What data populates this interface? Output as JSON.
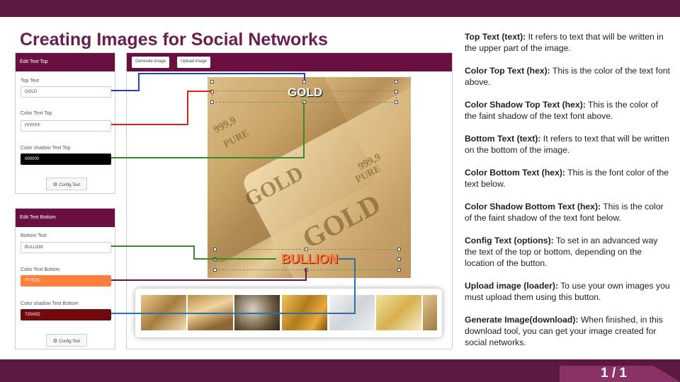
{
  "slide": {
    "title": "Creating Images for Social Networks",
    "page": "1 / 1"
  },
  "panel_top": {
    "header": "Edit Text Top",
    "fields": [
      {
        "label": "Top Text",
        "value": "GOLD"
      },
      {
        "label": "Color Text Top",
        "value": "FFFFFF"
      },
      {
        "label": "Color shadow Text Top",
        "value": "000000",
        "bg": "#000000",
        "fg": "#ffffff"
      }
    ],
    "button": "Config Text"
  },
  "panel_bottom": {
    "header": "Edit Text Bottom",
    "fields": [
      {
        "label": "Bottom Text",
        "value": "BULLION"
      },
      {
        "label": "Color Text Bottom",
        "value": "FF7E3C",
        "bg": "#ff7e3c",
        "fg": "#ffffff"
      },
      {
        "label": "Color shadow Text Bottom",
        "value": "720A0D",
        "bg": "#720a0d",
        "fg": "#ffffff"
      }
    ],
    "button": "Config Text"
  },
  "toolbar": {
    "generate": "Generate image",
    "upload": "Upload image"
  },
  "canvas": {
    "top_text": "GOLD",
    "bottom_text": "BULLION",
    "stamps": [
      "999,9",
      "PURE",
      "GOLD",
      "999,9",
      "PURE",
      "GOLD"
    ]
  },
  "colors": {
    "brand": "#6a1040",
    "bar": "#5a1a3f",
    "title": "#6a1e4e",
    "line_blue": "#1f3fd6",
    "line_red": "#e02020",
    "line_green": "#3a8a2a",
    "line_maroon": "#7a1030",
    "line_steel": "#2f6fa8"
  },
  "descriptions": [
    {
      "term": "Top Text (text):",
      "text": " It refers to text that will be written in the upper part of the image."
    },
    {
      "term": "Color Top Text  (hex):",
      "text": " This is the color of the text font above."
    },
    {
      "term": "Color Shadow Top Text (hex):",
      "text": " This is the color of the faint shadow of the text font above."
    },
    {
      "term": "Bottom Text (text):",
      "text": " It refers to text that will be written on the bottom of the image."
    },
    {
      "term": "Color Bottom Text (hex):",
      "text": " This is the font color of the text below."
    },
    {
      "term": "Color Shadow Bottom Text (hex):",
      "text": " This is the color of the faint shadow of the text font below."
    },
    {
      "term": "Config Text (options):",
      "text": " To set in an advanced way the text of the top or bottom, depending on the location of the button."
    },
    {
      "term": "Upload image (loader):",
      "text": " To use your own images you must upload them using this button."
    },
    {
      "term": "Generate Image(download):",
      "text": " When finished, in this download tool, you can get your image created for social networks."
    }
  ]
}
